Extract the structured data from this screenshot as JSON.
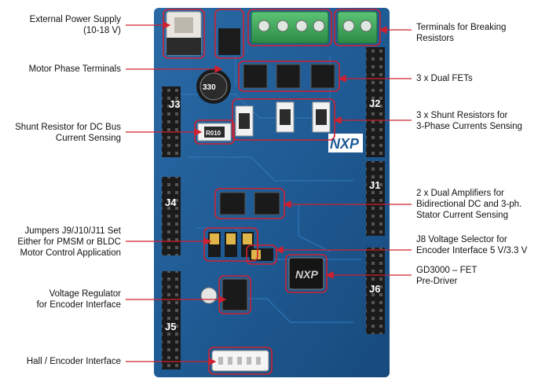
{
  "callouts": {
    "left": [
      {
        "id": "ext-power",
        "lines": [
          "External Power Supply",
          "(10-18 V)"
        ]
      },
      {
        "id": "motor-phase",
        "lines": [
          "Motor Phase Terminals"
        ]
      },
      {
        "id": "shunt-dc",
        "lines": [
          "Shunt Resistor for DC Bus",
          "Current Sensing"
        ]
      },
      {
        "id": "jumpers",
        "lines": [
          "Jumpers J9/J10/J11 Set",
          "Either for PMSM or BLDC",
          "Motor Control Application"
        ]
      },
      {
        "id": "vreg",
        "lines": [
          "Voltage Regulator",
          "for Encoder Interface"
        ]
      },
      {
        "id": "hall",
        "lines": [
          "Hall / Encoder Interface"
        ]
      }
    ],
    "right": [
      {
        "id": "brake-term",
        "lines": [
          "Terminals for Breaking",
          "Resistors"
        ]
      },
      {
        "id": "dual-fets",
        "lines": [
          "3 x Dual FETs"
        ]
      },
      {
        "id": "shunt-3ph",
        "lines": [
          "3 x Shunt Resistors for",
          "3-Phase Currents Sensing"
        ]
      },
      {
        "id": "amps",
        "lines": [
          "2 x Dual Amplifiers for",
          "Bidirectional DC and 3-ph.",
          "Stator Current Sensing"
        ]
      },
      {
        "id": "j8",
        "lines": [
          "J8 Voltage Selector for",
          "Encoder Interface 5 V/3.3 V"
        ]
      },
      {
        "id": "gd3000",
        "lines": [
          "GD3000 – FET",
          "Pre-Driver"
        ]
      }
    ]
  },
  "board": {
    "headers": [
      "J3",
      "J4",
      "J5",
      "J2",
      "J1",
      "J6"
    ],
    "logo": "NXP",
    "chip_logo": "NXP",
    "shunt_marking": "R010",
    "cap_marking": "330"
  },
  "colors": {
    "board": "#1f5f9a",
    "board_dark": "#143f6b",
    "callout": "#d0202f",
    "terminal": "#3aa655"
  }
}
